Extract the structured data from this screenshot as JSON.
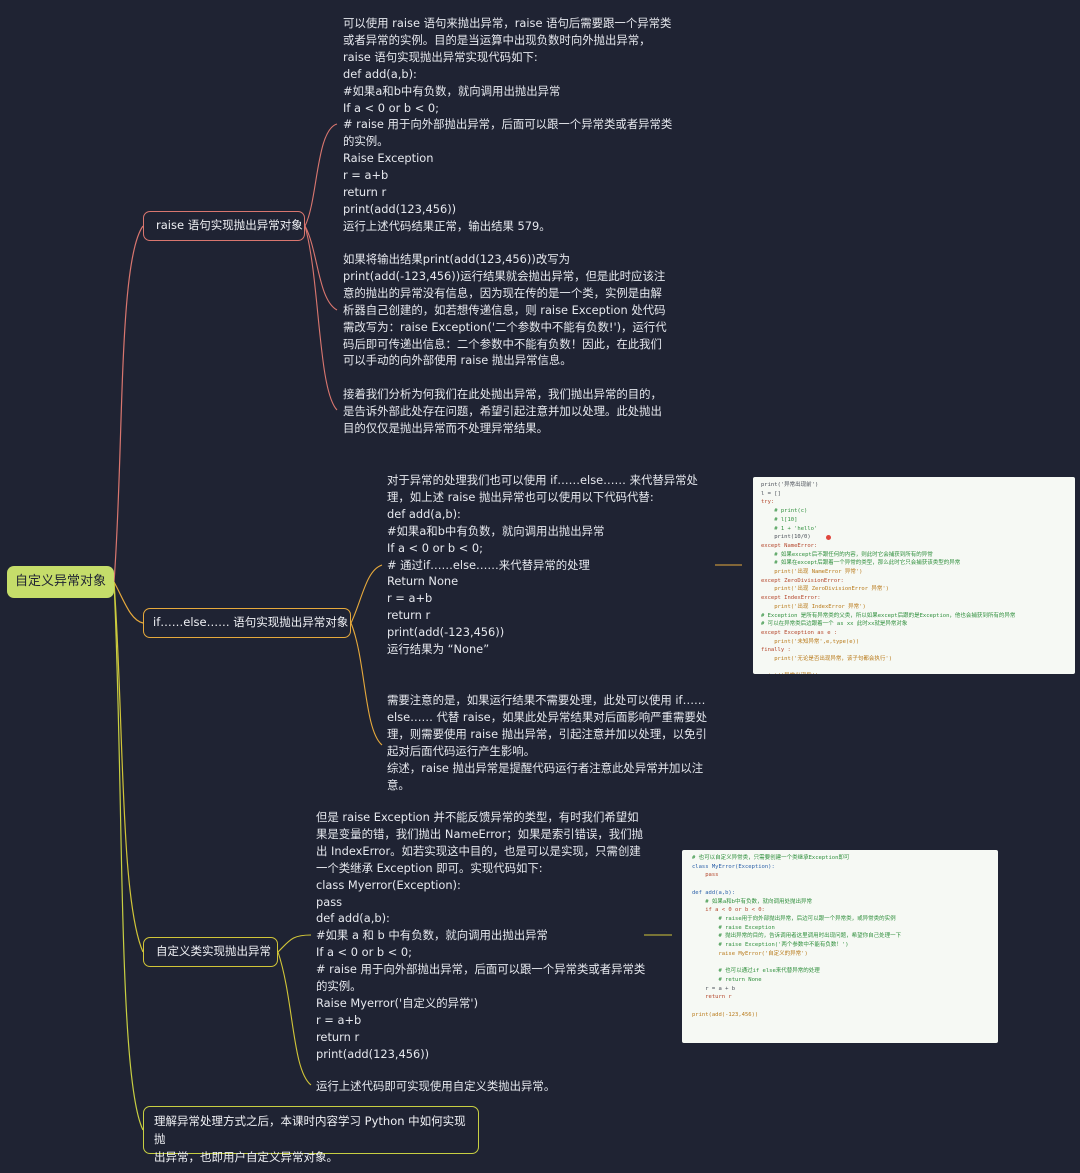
{
  "mindmap": {
    "root": "自定义异常对象",
    "branches": [
      {
        "label": "raise 语句实现抛出异常对象",
        "notes": [
          "可以使用 raise 语句来抛出异常，raise 语句后需要跟一个异常类\n或者异常的实例。目的是当运算中出现负数时向外抛出异常，\nraise 语句实现抛出异常实现代码如下:\ndef add(a,b):\n#如果a和b中有负数，就向调用出抛出异常\nIf a < 0 or b < 0;\n# raise 用于向外部抛出异常，后面可以跟一个异常类或者异常类\n的实例。\nRaise Exception\nr = a+b\nreturn r\nprint(add(123,456))\n运行上述代码结果正常，输出结果 579。",
          "如果将输出结果print(add(123,456))改写为\nprint(add(-123,456))运行结果就会抛出异常，但是此时应该注\n意的抛出的异常没有信息，因为现在传的是一个类，实例是由解\n析器自己创建的，如若想传递信息，则 raise Exception 处代码\n需改写为：raise Exception('二个参数中不能有负数!')，运行代\n码后即可传递出信息：二个参数中不能有负数！因此，在此我们\n可以手动的向外部使用 raise 抛出异常信息。",
          "接着我们分析为何我们在此处抛出异常，我们抛出异常的目的，\n是告诉外部此处存在问题，希望引起注意并加以处理。此处抛出\n目的仅仅是抛出异常而不处理异常结果。"
        ]
      },
      {
        "label": "if……else…… 语句实现抛出异常对象",
        "notes": [
          "对于异常的处理我们也可以使用 if……else…… 来代替异常处\n理，如上述 raise 抛出异常也可以使用以下代码代替:\ndef add(a,b):\n#如果a和b中有负数，就向调用出抛出异常\nIf a < 0 or b < 0;\n# 通过if……else……来代替异常的处理\nReturn None\nr = a+b\nreturn r\nprint(add(-123,456))\n运行结果为 “None”",
          "需要注意的是，如果运行结果不需要处理，此处可以使用 if……\nelse…… 代替 raise，如果此处异常结果对后面影响严重需要处\n理，则需要使用 raise 抛出异常，引起注意并加以处理，以免引\n起对后面代码运行产生影响。\n综述，raise 抛出异常是提醒代码运行者注意此处异常并加以注\n意。"
        ]
      },
      {
        "label": "自定义类实现抛出异常",
        "notes": [
          "但是 raise Exception 并不能反馈异常的类型，有时我们希望如\n果是变量的错，我们抛出 NameError；如果是索引错误，我们抛\n出 IndexError。如若实现这中目的，也是可以是实现，只需创建\n一个类继承 Exception 即可。实现代码如下:\nclass Myerror(Exception):\npass\ndef add(a,b):\n#如果 a 和 b 中有负数，就向调用出抛出异常\nIf a < 0 or b < 0;\n# raise 用于向外部抛出异常，后面可以跟一个异常类或者异常类\n的实例。\nRaise Myerror('自定义的异常')\nr = a+b\nreturn r\nprint(add(123,456))",
          "运行上述代码即可实现使用自定义类抛出异常。"
        ]
      },
      {
        "label": "理解异常处理方式之后，本课时内容学习 Python 中如何实现抛\n出异常，也即用户自定义异常对象。"
      }
    ]
  },
  "code_images": [
    {
      "lines": [
        {
          "t": "print('异常出现前')",
          "c": "plain"
        },
        {
          "t": "l = []",
          "c": "plain"
        },
        {
          "t": "try:",
          "c": "kw"
        },
        {
          "t": "    # print(c)",
          "c": "com"
        },
        {
          "t": "    # l[10]",
          "c": "com"
        },
        {
          "t": "    # 1 + 'hello'",
          "c": "com"
        },
        {
          "t": "    print(10/0)",
          "c": "plain"
        },
        {
          "t": "except NameError:",
          "c": "kw"
        },
        {
          "t": "    # 如果except后不跟任何的内容，则此时它会捕获到所有的异常",
          "c": "com"
        },
        {
          "t": "    # 如果在except后跟着一个异常的类型，那么此时它只会捕获该类型的异常",
          "c": "com"
        },
        {
          "t": "    print('出现 NameError 异常')",
          "c": "str"
        },
        {
          "t": "except ZeroDivisionError:",
          "c": "kw"
        },
        {
          "t": "    print('出现 ZeroDivisionError 异常')",
          "c": "str"
        },
        {
          "t": "except IndexError:",
          "c": "kw"
        },
        {
          "t": "    print('出现 IndexError 异常')",
          "c": "str"
        },
        {
          "t": "# Exception 是所有异常类的父类，所以如果except后跟的是Exception，他也会捕获到所有的异常",
          "c": "com"
        },
        {
          "t": "# 可以在异常类后边跟着一个 as xx 此时xx就是异常对象",
          "c": "com"
        },
        {
          "t": "except Exception as e :",
          "c": "kw"
        },
        {
          "t": "    print('未知异常',e,type(e))",
          "c": "str"
        },
        {
          "t": "finally :",
          "c": "kw"
        },
        {
          "t": "    print('无论是否出现异常，该子句都会执行')",
          "c": "str"
        },
        {
          "t": "",
          "c": "plain"
        },
        {
          "t": "print('异常出现后')",
          "c": "str"
        }
      ]
    },
    {
      "lines": [
        {
          "t": "# 也可以自定义异常类，只需要创建一个类继承Exception即可",
          "c": "com"
        },
        {
          "t": "class MyError(Exception):",
          "c": "def"
        },
        {
          "t": "    pass",
          "c": "kw"
        },
        {
          "t": "",
          "c": "plain"
        },
        {
          "t": "def add(a,b):",
          "c": "def"
        },
        {
          "t": "    # 如果a和b中有负数，就向调用处抛出异常",
          "c": "com"
        },
        {
          "t": "    if a < 0 or b < 0:",
          "c": "kw"
        },
        {
          "t": "        # raise用于向外部抛出异常，后边可以跟一个异常类，或异常类的实例",
          "c": "com"
        },
        {
          "t": "        # raise Exception",
          "c": "com"
        },
        {
          "t": "        # 抛出异常的目的，告诉调用者这里调用时出现问题，希望你自己处理一下",
          "c": "com"
        },
        {
          "t": "        # raise Exception('两个参数中不能有负数！')",
          "c": "com"
        },
        {
          "t": "        raise MyError('自定义的异常')",
          "c": "str"
        },
        {
          "t": "",
          "c": "plain"
        },
        {
          "t": "        # 也可以通过if else来代替异常的处理",
          "c": "com"
        },
        {
          "t": "        # return None",
          "c": "com"
        },
        {
          "t": "    r = a + b",
          "c": "plain"
        },
        {
          "t": "    return r",
          "c": "kw"
        },
        {
          "t": "",
          "c": "plain"
        },
        {
          "t": "print(add(-123,456))",
          "c": "str"
        }
      ]
    }
  ],
  "colors": {
    "background": "#1f2333",
    "root_fill": "#c5dd6a",
    "branch_raise": "#d9766f",
    "branch_ifelse": "#e6a93c",
    "branch_custom": "#d1c538",
    "branch_summary": "#c8cf42"
  }
}
